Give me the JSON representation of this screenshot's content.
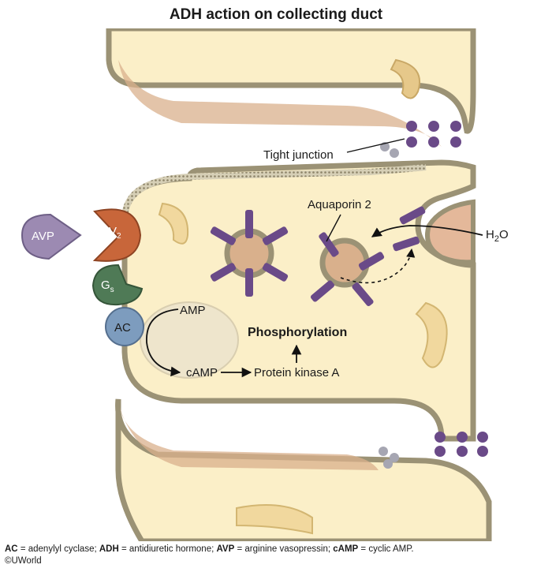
{
  "title": "ADH action on collecting duct",
  "labels": {
    "tight_junction": "Tight junction",
    "aquaporin": "Aquaporin 2",
    "water": "H",
    "water_sub": "2",
    "water_tail": "O",
    "avp": "AVP",
    "v2": "V",
    "v2_sub": "2",
    "gs": "G",
    "gs_sub": "s",
    "ac": "AC",
    "amp": "AMP",
    "camp": "cAMP",
    "pka": "Protein kinase A",
    "phosphorylation": "Phosphorylation"
  },
  "legend": [
    {
      "abbr": "AC",
      "text": " = adenylyl cyclase; "
    },
    {
      "abbr": "ADH",
      "text": " = antidiuretic hormone; "
    },
    {
      "abbr": "AVP",
      "text": " = arginine vasopressin; "
    },
    {
      "abbr": "cAMP",
      "text": " = cyclic AMP."
    }
  ],
  "copyright": "©UWorld",
  "colors": {
    "cytoplasm": "#fbefc8",
    "membrane": "#9b9275",
    "lumen_shadow": "#d9b08c",
    "aquaporin": "#6a4a88",
    "avp": "#9c8ab2",
    "v2": "#c8663a",
    "gs": "#4f7a56",
    "ac": "#7d9cbe"
  }
}
